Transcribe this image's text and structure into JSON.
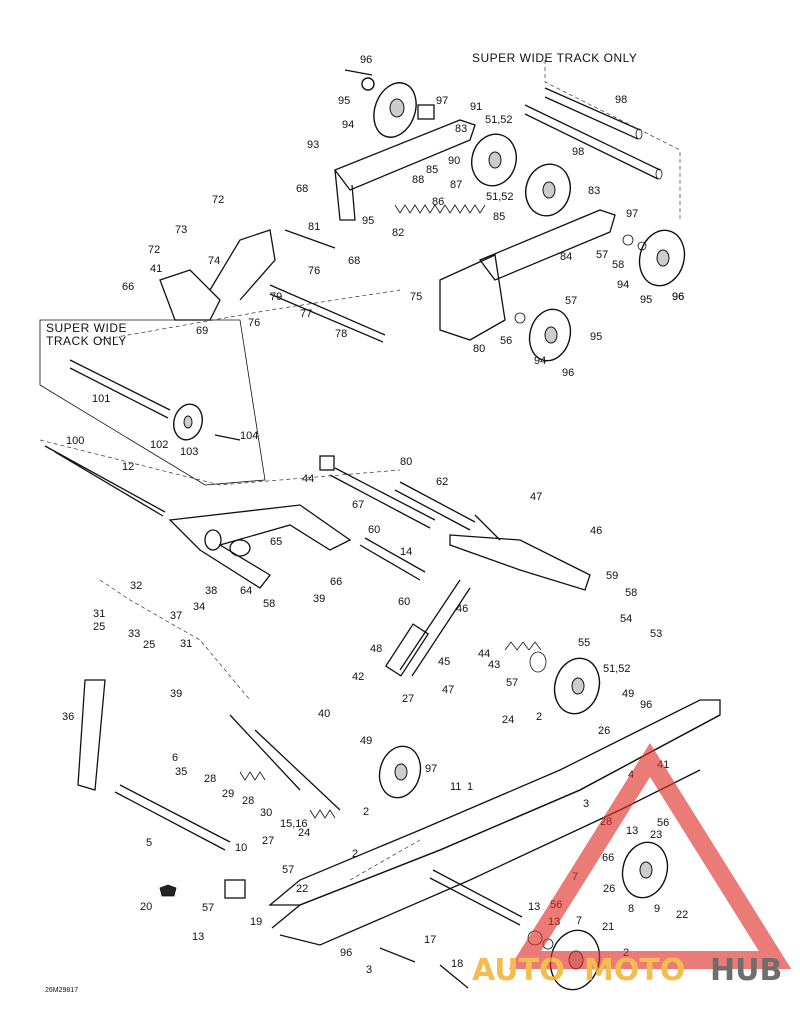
{
  "notes": {
    "super_wide_top": "SUPER WIDE TRACK ONLY",
    "super_wide_box_line1": "SUPER WIDE",
    "super_wide_box_line2": "TRACK ONLY"
  },
  "drawing_code": "26M29817",
  "watermark": {
    "part1": "AUTO",
    "part2": "MOTO",
    "part3": "HUB",
    "color_red": "#e0302a",
    "color_gold": "#f2b233",
    "color_grey": "#555555"
  },
  "callouts": [
    "96",
    "95",
    "97",
    "94",
    "91",
    "83",
    "51,52",
    "98",
    "98",
    "93",
    "90",
    "85",
    "88",
    "87",
    "68",
    "86",
    "95",
    "82",
    "85",
    "83",
    "51,52",
    "97",
    "72",
    "73",
    "81",
    "74",
    "72",
    "41",
    "76",
    "68",
    "57",
    "58",
    "84",
    "66",
    "96",
    "75",
    "79",
    "76",
    "69",
    "77",
    "78",
    "57",
    "94",
    "95",
    "96",
    "80",
    "56",
    "95",
    "94",
    "96",
    "101",
    "102",
    "103",
    "104",
    "100",
    "12",
    "44",
    "80",
    "62",
    "67",
    "47",
    "65",
    "60",
    "14",
    "46",
    "32",
    "38",
    "34",
    "31",
    "37",
    "25",
    "33",
    "25",
    "31",
    "66",
    "64",
    "58",
    "39",
    "60",
    "46",
    "59",
    "58",
    "54",
    "55",
    "53",
    "48",
    "45",
    "44",
    "43",
    "57",
    "42",
    "27",
    "47",
    "51,52",
    "36",
    "49",
    "96",
    "39",
    "40",
    "24",
    "2",
    "26",
    "6",
    "49",
    "35",
    "28",
    "29",
    "28",
    "30",
    "15,16",
    "97",
    "11",
    "1",
    "41",
    "2",
    "4",
    "3",
    "56",
    "13",
    "23",
    "5",
    "28",
    "24",
    "27",
    "2",
    "57",
    "66",
    "7",
    "26",
    "22",
    "10",
    "13",
    "8",
    "9",
    "22",
    "20",
    "57",
    "56",
    "13",
    "7",
    "21",
    "19",
    "13",
    "2",
    "17",
    "96",
    "3",
    "18"
  ]
}
